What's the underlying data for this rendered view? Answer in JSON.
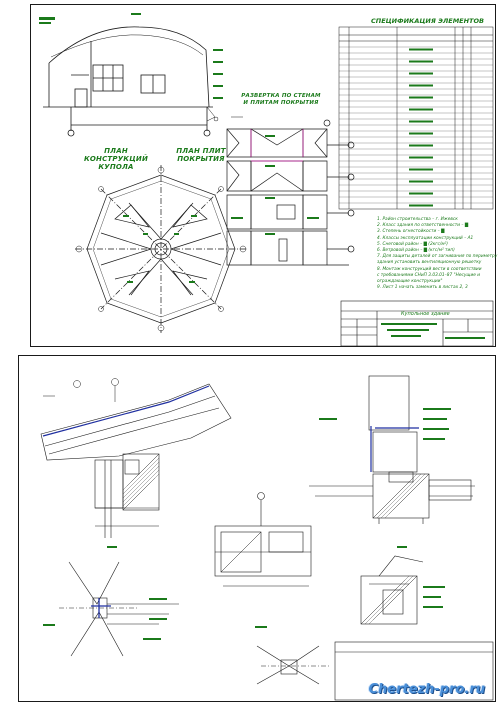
{
  "sheet1": {
    "plan_dome_title": "ПЛАН КОНСТРУКЦИЙ\nКУПОЛА",
    "plan_roof_title": "ПЛАН ПЛИТ\nПОКРЫТИЯ",
    "unfold_title": "РАЗВЕРТКА ПО СТЕНАМ\nИ ПЛИТАМ ПОКРЫТИЯ",
    "spec_title": "СПЕЦИФИКАЦИЯ ЭЛЕМЕНТОВ",
    "notes": [
      "1. Район строительства – г. Ижевск",
      "2. Класс здания по ответственности – ▇",
      "3. Степень огнестойкости – ▇",
      "4. Классы эксплуатации конструкций – А1",
      "5. Снеговой район – ▇ (2кгс/м²)",
      "6. Ветровой район – ▇ (кгс/м² тип)",
      "7. Для защиты деталей от загнивания по периметру",
      "   здания установить вентиляционную решетку",
      "8. Монтаж конструкций вести в соответствии",
      "   с требованиями СНиП 3.03.01–87 \"Несущие и",
      "   ограждающие конструкции\"",
      "9. Лист 1 начать заменить в листах 2, 3"
    ],
    "stamp_caption": "Купольное здание"
  },
  "sheet2": {},
  "watermark": "Chertezh-pro.ru",
  "colors": {
    "line": "#1a1a1a",
    "green": "#1b7a1b",
    "magenta": "#c0169a",
    "blue": "#1f2fa0",
    "watermark": "#4a8fd8"
  }
}
